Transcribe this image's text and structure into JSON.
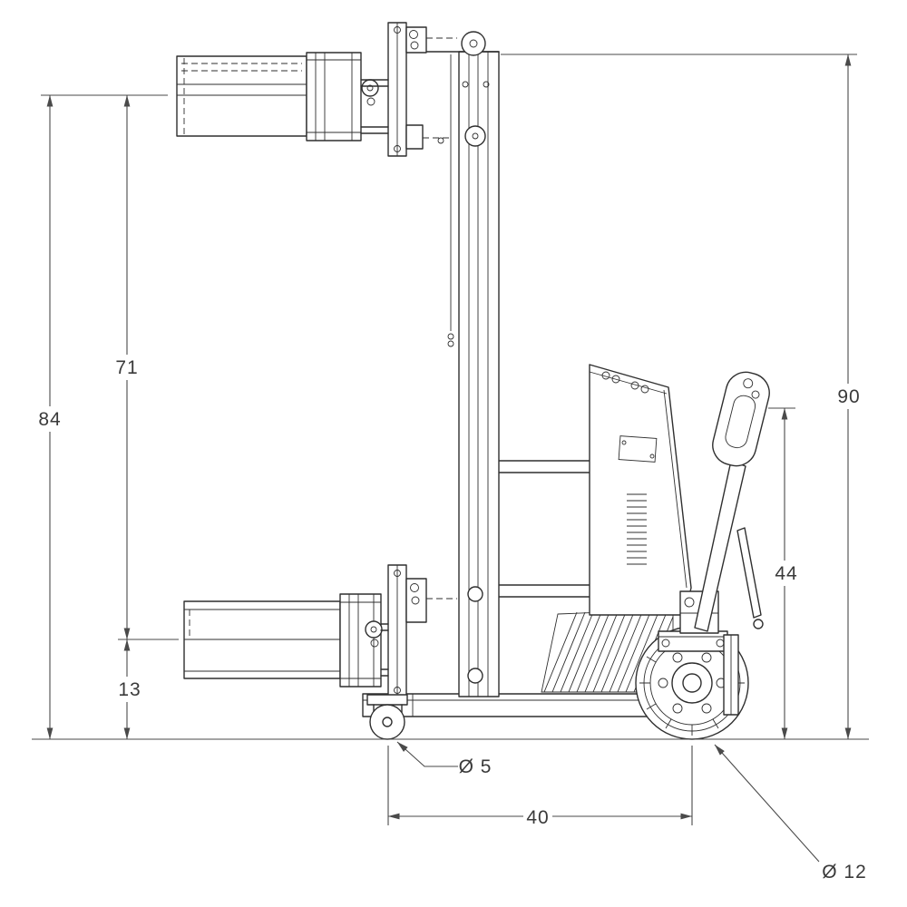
{
  "meta": {
    "description": "Dimensioned side-elevation engineering line drawing of a powered lift stacker with raised and lowered fork positions"
  },
  "colors": {
    "background": "#ffffff",
    "line": "#2f2f2f",
    "dimension_line": "#4a4a4a",
    "text": "#3a3a3a"
  },
  "dimensions": {
    "fork_raised_height": "84",
    "lift_travel": "71",
    "fork_lowered_height": "13",
    "overall_height": "90",
    "handle_height": "44",
    "wheelbase": "40",
    "caster_wheel_diameter": "Ø 5",
    "drive_wheel_diameter": "Ø 12"
  }
}
